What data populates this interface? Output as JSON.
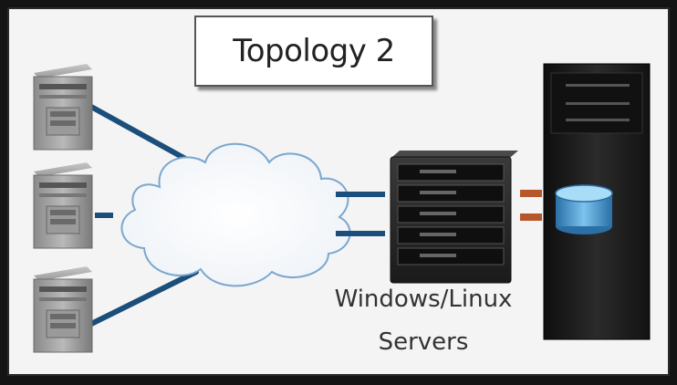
{
  "title": "Topology 2",
  "server_label_line1": "Windows/Linux",
  "server_label_line2": "Servers",
  "colors": {
    "link": "#1b4e7a",
    "storage_link": "#b5562b",
    "disk": "#5fa8d8",
    "rack": "#1c1c1c"
  },
  "icons": {
    "clients": "desktop-tower-icon",
    "network": "cloud-icon",
    "servers": "blade-server-icon",
    "storage": "storage-array-icon"
  }
}
